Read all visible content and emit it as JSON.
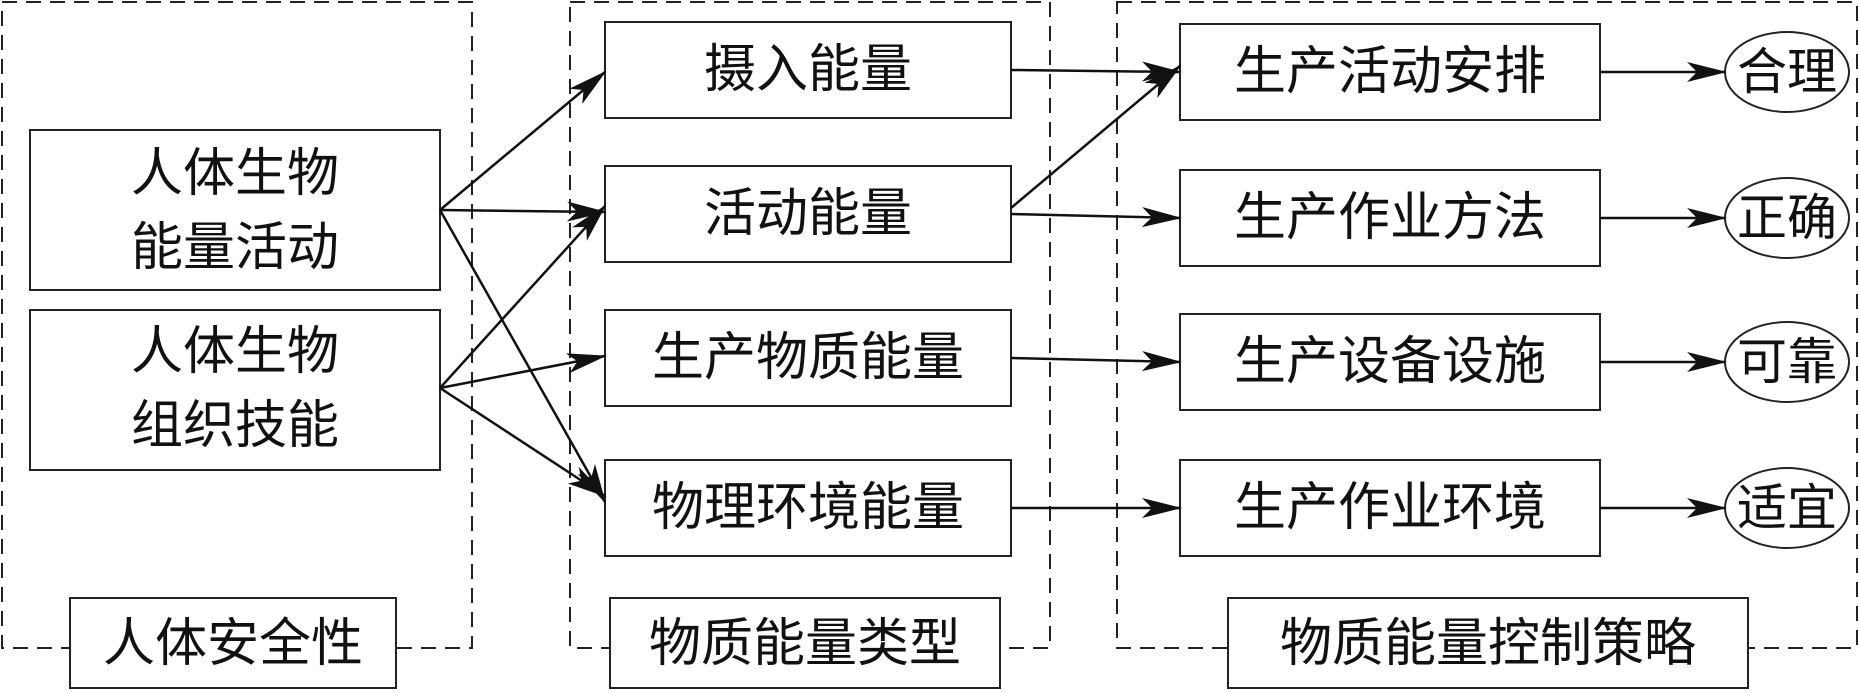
{
  "groups": {
    "human": {
      "caption": "人体安全性"
    },
    "energy": {
      "caption": "物质能量类型"
    },
    "strategy": {
      "caption": "物质能量控制策略"
    }
  },
  "human_nodes": [
    {
      "lines": [
        "人体生物",
        "能量活动"
      ]
    },
    {
      "lines": [
        "人体生物",
        "组织技能"
      ]
    }
  ],
  "energy_nodes": [
    "摄入能量",
    "活动能量",
    "生产物质能量",
    "物理环境能量"
  ],
  "strategy_nodes": [
    "生产活动安排",
    "生产作业方法",
    "生产设备设施",
    "生产作业环境"
  ],
  "outcomes": [
    "合理",
    "正确",
    "可靠",
    "适宜"
  ],
  "links": {
    "human_to_energy": [
      [
        0,
        0
      ],
      [
        0,
        1
      ],
      [
        0,
        3
      ],
      [
        1,
        1
      ],
      [
        1,
        2
      ],
      [
        1,
        3
      ]
    ],
    "energy_to_strategy": [
      [
        0,
        0
      ],
      [
        1,
        0
      ],
      [
        1,
        1
      ],
      [
        2,
        2
      ],
      [
        3,
        3
      ]
    ],
    "strategy_to_outcome": [
      [
        0,
        0
      ],
      [
        1,
        1
      ],
      [
        2,
        2
      ],
      [
        3,
        3
      ]
    ]
  }
}
